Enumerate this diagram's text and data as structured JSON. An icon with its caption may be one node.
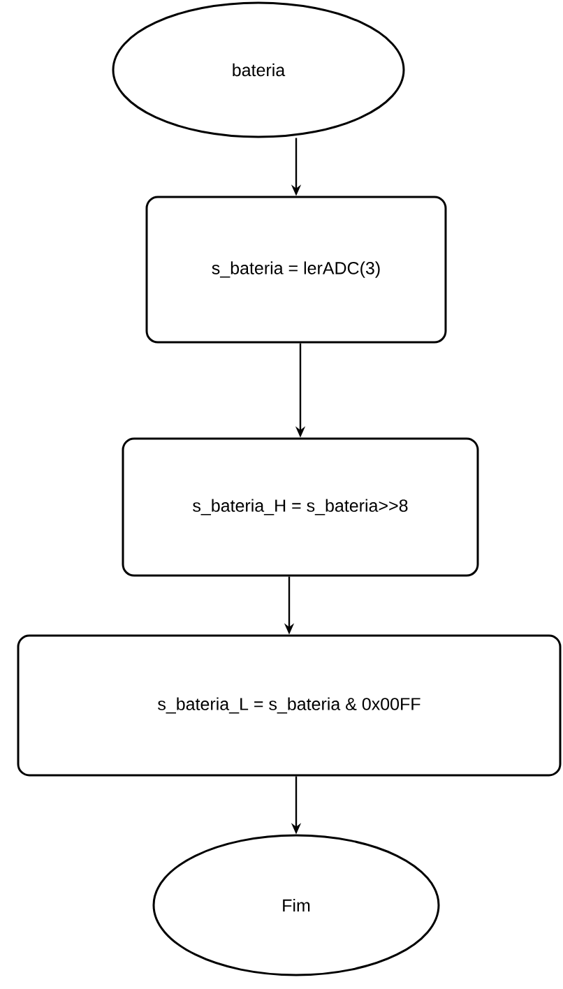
{
  "diagram": {
    "nodes": [
      {
        "text": [
          "bateria"
        ]
      },
      {
        "text": [
          "s_bateria = lerADC(3)"
        ]
      },
      {
        "text": [
          "s_bateria_H = s_bateria>>8"
        ]
      },
      {
        "text": [
          "s_bateria_L = s_bateria & 0x00FF"
        ]
      },
      {
        "text": [
          "Fim"
        ]
      }
    ],
    "edges": [
      {
        "from": 0,
        "to": 1,
        "arrow": "to"
      },
      {
        "from": 1,
        "to": 2,
        "arrow": "to"
      },
      {
        "from": 2,
        "to": 3,
        "arrow": "to"
      },
      {
        "from": 3,
        "to": 4,
        "arrow": "to"
      }
    ]
  }
}
